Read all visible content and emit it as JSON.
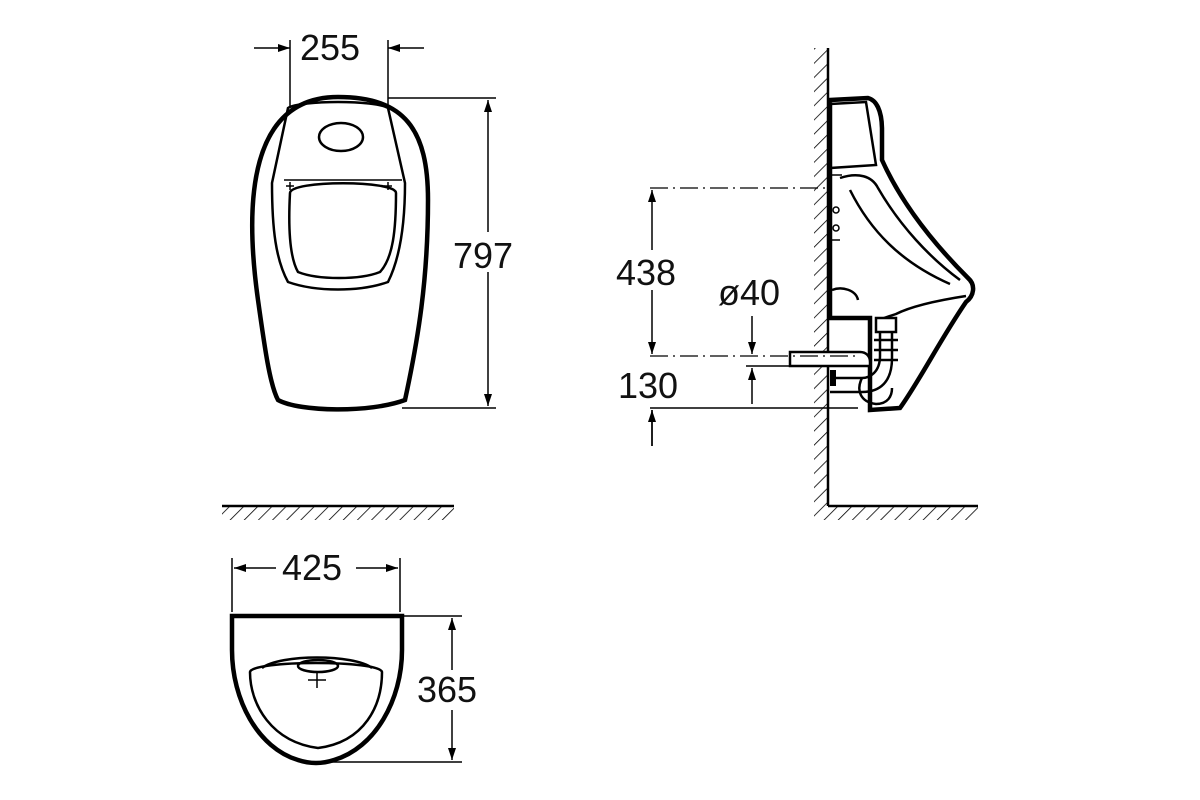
{
  "colors": {
    "line": "#000000",
    "background": "#ffffff",
    "text": "#111111"
  },
  "front_view": {
    "width_top": "255",
    "height": "797"
  },
  "side_view": {
    "inlet_height": "438",
    "outlet_diameter": "ø40",
    "outlet_offset": "130"
  },
  "top_view": {
    "width": "425",
    "depth": "365"
  }
}
